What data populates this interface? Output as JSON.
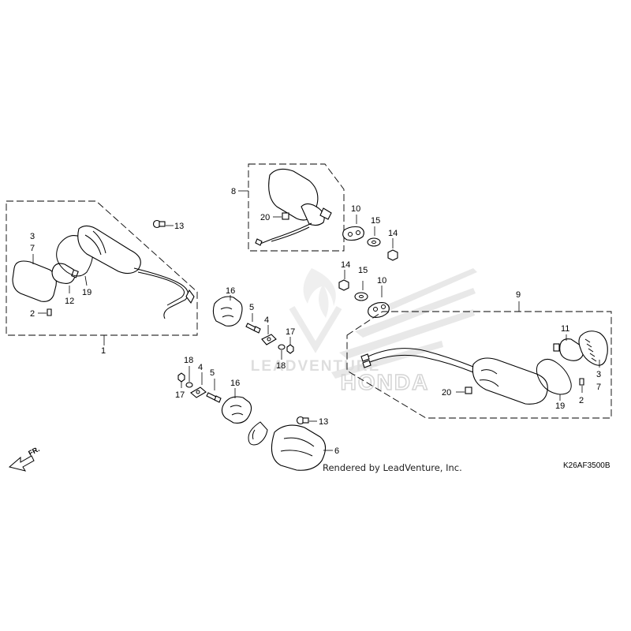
{
  "callouts": {
    "c1": "1",
    "c2a": "2",
    "c2b": "2",
    "c3a": "3",
    "c3b": "3",
    "c4a": "4",
    "c4b": "4",
    "c5a": "5",
    "c5b": "5",
    "c6": "6",
    "c7a": "7",
    "c7b": "7",
    "c8": "8",
    "c9": "9",
    "c10a": "10",
    "c10b": "10",
    "c11": "11",
    "c12": "12",
    "c13a": "13",
    "c13b": "13",
    "c14a": "14",
    "c14b": "14",
    "c15a": "15",
    "c15b": "15",
    "c16a": "16",
    "c16b": "16",
    "c17a": "17",
    "c17b": "17",
    "c18a": "18",
    "c18b": "18",
    "c19a": "19",
    "c19b": "19",
    "c20a": "20",
    "c20b": "20"
  },
  "direction_label": "FR.",
  "caption": "Rendered by LeadVenture, Inc.",
  "diagram_code": "K26AF3500B",
  "watermark": {
    "brand": "HONDA",
    "vendor": "LEADVENTURE"
  },
  "colors": {
    "lines": "#000000",
    "watermark": "#d9d9d9"
  }
}
